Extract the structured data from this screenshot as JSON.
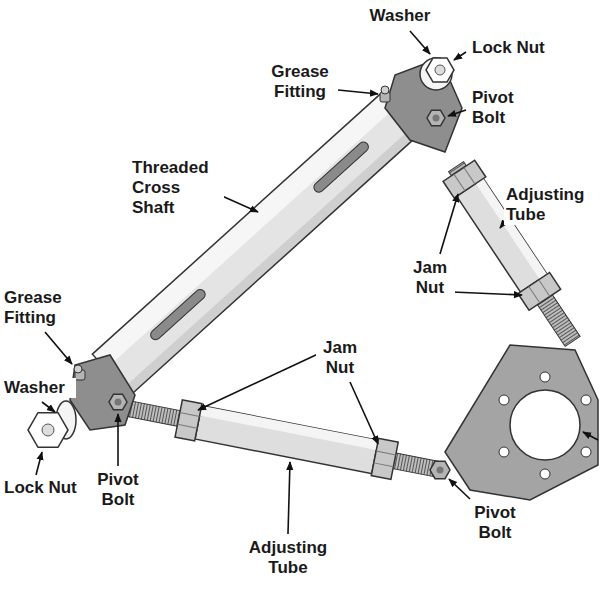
{
  "diagram": {
    "labels": [
      "Washer",
      "Lock Nut",
      "Grease Fitting",
      "Pivot Bolt",
      "Threaded Cross Shaft",
      "Adjusting Tube",
      "Jam Nut",
      "Grease Fitting",
      "Jam Nut",
      "Washer",
      "Pivot Bolt",
      "Lock Nut",
      "Adjusting Tube",
      "Pivot Bolt"
    ]
  }
}
